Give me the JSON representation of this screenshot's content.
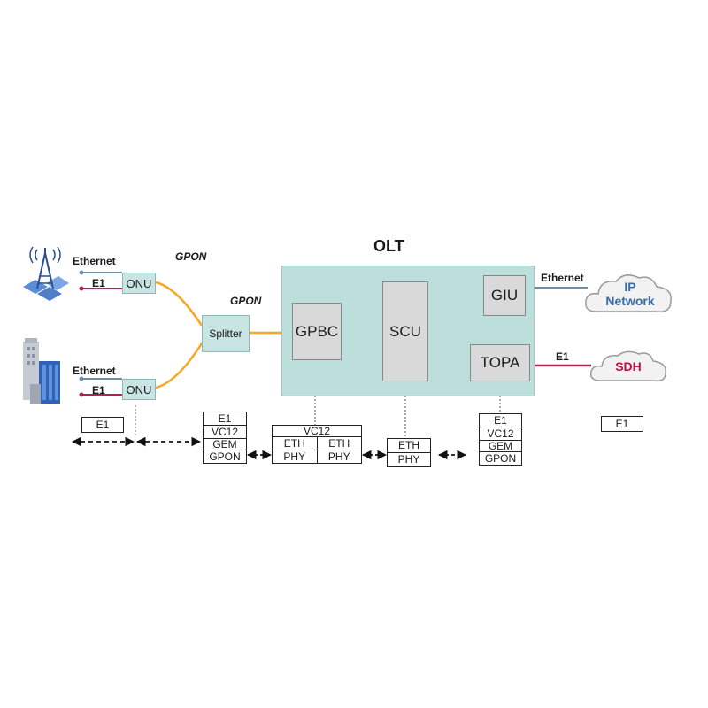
{
  "olt": {
    "title": "OLT",
    "modules": {
      "gpbc": "GPBC",
      "scu": "SCU",
      "giu": "GIU",
      "topa": "TOPA"
    }
  },
  "access": {
    "gpon_label_top": "GPON",
    "gpon_label_splitter": "GPON",
    "splitter": "Splitter",
    "onu_top": {
      "ethernet": "Ethernet",
      "e1": "E1",
      "onu": "ONU"
    },
    "onu_bottom": {
      "ethernet": "Ethernet",
      "e1": "E1",
      "onu": "ONU"
    }
  },
  "network": {
    "ethernet": "Ethernet",
    "e1": "E1",
    "ip_cloud_line1": "IP",
    "ip_cloud_line2": "Network",
    "sdh_cloud": "SDH"
  },
  "protocol_stacks": {
    "left_e1": "E1",
    "onu_stack": [
      "E1",
      "VC12",
      "GEM",
      "GPON"
    ],
    "gpbc_stack": {
      "top": "VC12",
      "row1": [
        "ETH",
        "ETH"
      ],
      "row2": [
        "PHY",
        "PHY"
      ]
    },
    "scu_stack": [
      "ETH",
      "PHY"
    ],
    "topa_stack": [
      "E1",
      "VC12",
      "GEM",
      "GPON"
    ],
    "right_e1": "E1"
  },
  "colors": {
    "fiber": "#f5a623",
    "ethernet_line": "#6f8fa8",
    "e1_line": "#b0204f",
    "sdh_text": "#c0103f",
    "ip_text": "#3a6aa8",
    "olt_fill": "#bcdfdc",
    "module_fill": "#d9d9d9"
  },
  "icons": [
    "radio-tower-icon",
    "office-building-icon",
    "ip-cloud-icon",
    "sdh-cloud-icon"
  ]
}
